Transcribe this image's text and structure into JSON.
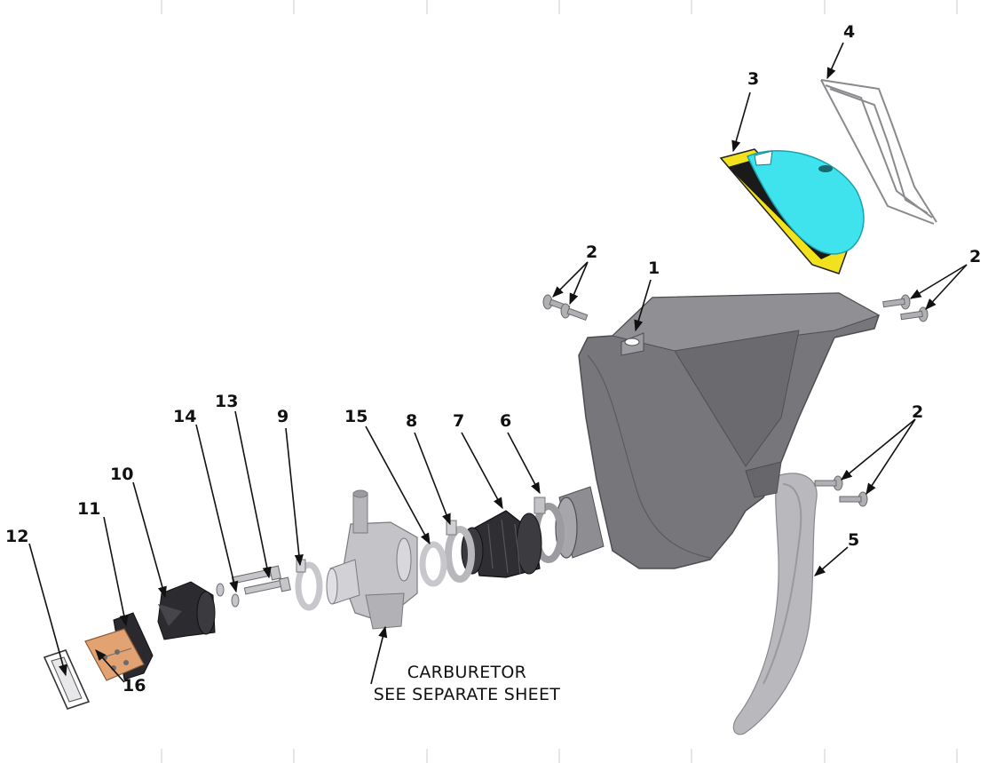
{
  "callouts": {
    "c1": "1",
    "c2a": "2",
    "c2b": "2",
    "c2c": "2",
    "c3": "3",
    "c4": "4",
    "c5": "5",
    "c6": "6",
    "c7": "7",
    "c8": "8",
    "c9": "9",
    "c10": "10",
    "c11": "11",
    "c12": "12",
    "c13": "13",
    "c14": "14",
    "c15": "15",
    "c16": "16"
  },
  "note": {
    "line1": "CARBURETOR",
    "line2": "SEE SEPARATE SHEET"
  },
  "colors": {
    "airbox": "#6f6f74",
    "airbox_light": "#8c8c91",
    "filter_foam": "#3fe3ee",
    "filter_cage": "#f2e21e",
    "rubber": "#2f2f33",
    "metal": "#d4d4d8",
    "reed_petal": "#e3a272",
    "guard": "#a9a9ad"
  },
  "icons": [
    "screw-icon",
    "hose-clamp-icon",
    "bolt-icon",
    "washer-icon"
  ]
}
